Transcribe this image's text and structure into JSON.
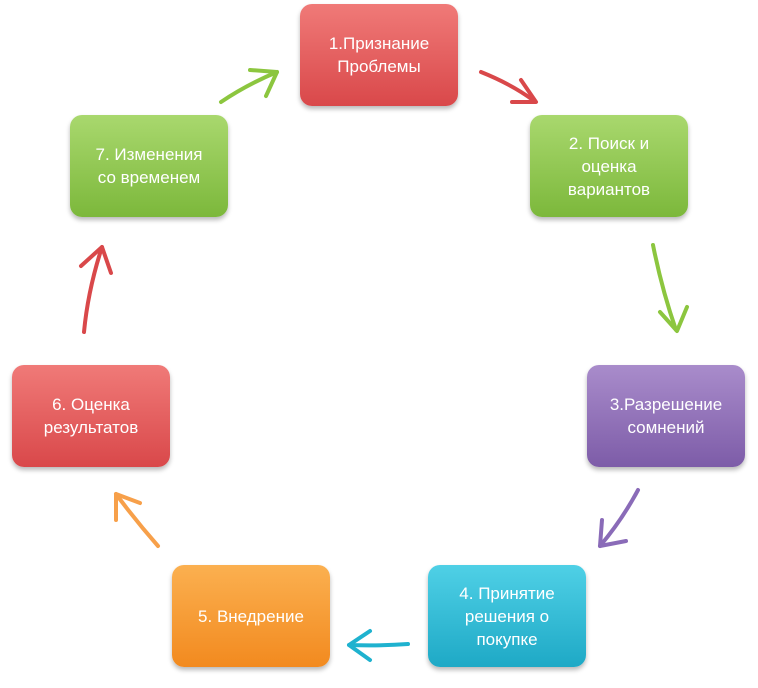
{
  "diagram": {
    "nodes": [
      {
        "id": "1",
        "label": "1.Признание\nПроблемы",
        "color": "#e55a5c"
      },
      {
        "id": "2",
        "label": "2. Поиск и\nоценка\nвариантов",
        "color": "#92c955"
      },
      {
        "id": "3",
        "label": "3.Разрешение\nсомнений",
        "color": "#9272bb"
      },
      {
        "id": "4",
        "label": "4. Принятие\nрешения о\nпокупке",
        "color": "#36bfd8"
      },
      {
        "id": "5",
        "label": "5. Внедрение",
        "color": "#f79c36"
      },
      {
        "id": "6",
        "label": "6. Оценка\nрезультатов",
        "color": "#e55a5c"
      },
      {
        "id": "7",
        "label": "7. Изменения\nсо временем",
        "color": "#92c955"
      }
    ],
    "edges": [
      {
        "from": "1",
        "to": "2",
        "color": "#d9484a"
      },
      {
        "from": "2",
        "to": "3",
        "color": "#8cc63f"
      },
      {
        "from": "3",
        "to": "4",
        "color": "#8a6bb8"
      },
      {
        "from": "4",
        "to": "5",
        "color": "#1fb2cf"
      },
      {
        "from": "5",
        "to": "6",
        "color": "#f7a04a"
      },
      {
        "from": "6",
        "to": "7",
        "color": "#d9484a"
      },
      {
        "from": "7",
        "to": "1",
        "color": "#8cc63f"
      }
    ]
  }
}
